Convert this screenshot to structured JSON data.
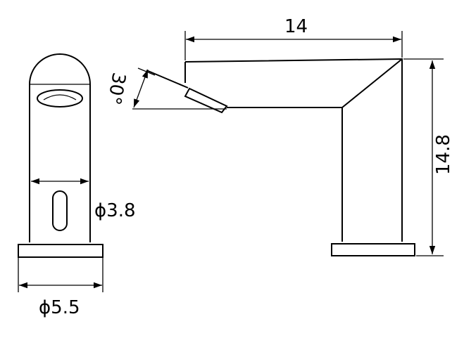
{
  "dimensions": {
    "top_length": "14",
    "height": "14.8",
    "angle": "30°",
    "body_diameter": "ϕ3.8",
    "base_diameter": "ϕ5.5"
  }
}
